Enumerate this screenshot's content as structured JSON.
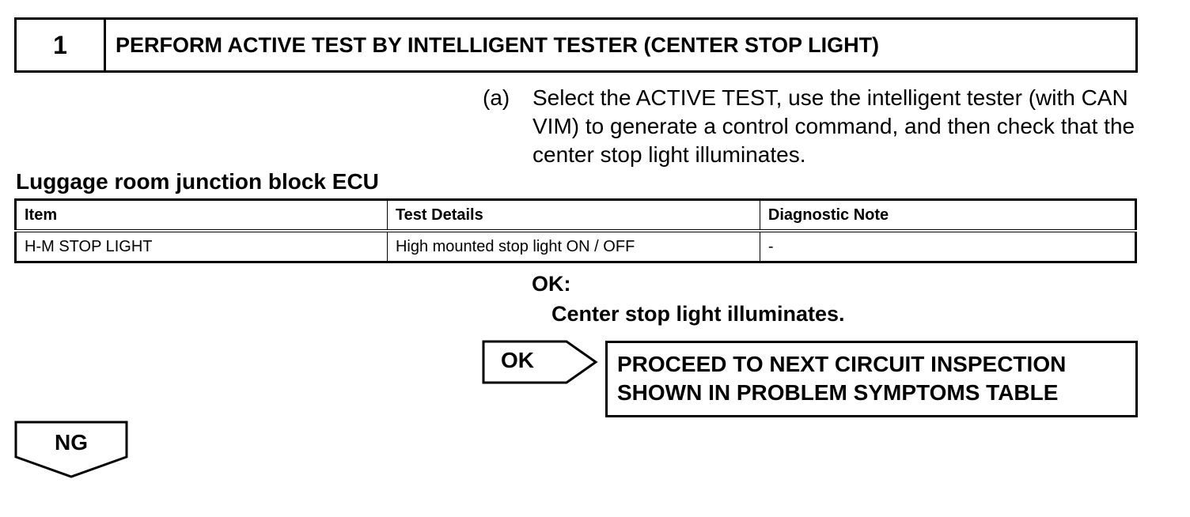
{
  "step": {
    "number": "1",
    "title": "PERFORM ACTIVE TEST BY INTELLIGENT TESTER (CENTER STOP LIGHT)"
  },
  "instruction": {
    "marker": "(a)",
    "text": "Select the ACTIVE TEST, use the intelligent tester (with CAN VIM) to generate a control command, and then check that the center stop light illuminates."
  },
  "section": {
    "title": "Luggage room junction block ECU"
  },
  "table": {
    "headers": [
      "Item",
      "Test Details",
      "Diagnostic Note"
    ],
    "rows": [
      [
        "H-M STOP LIGHT",
        "High mounted stop light ON / OFF",
        "-"
      ]
    ]
  },
  "ok_condition": {
    "label": "OK:",
    "text": "Center stop light illuminates."
  },
  "ok_branch": {
    "label": "OK",
    "action_line1": "PROCEED TO NEXT CIRCUIT INSPECTION",
    "action_line2": "SHOWN IN PROBLEM SYMPTOMS TABLE"
  },
  "ng_branch": {
    "label": "NG"
  }
}
